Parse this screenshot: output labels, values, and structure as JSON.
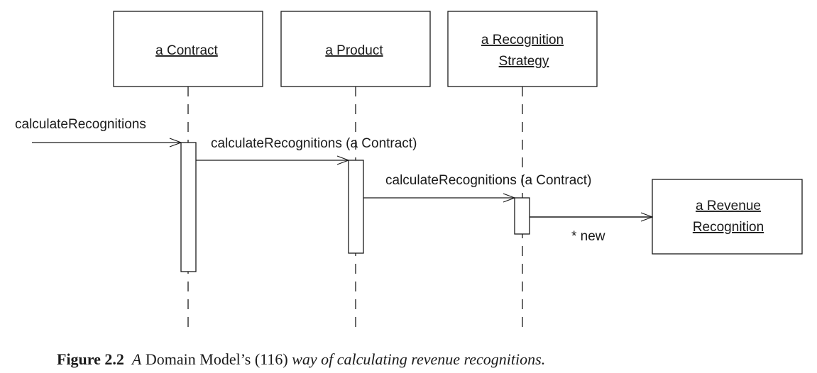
{
  "objects": {
    "contract": "a Contract",
    "product": "a Product",
    "strategy": [
      "a Recognition",
      "Strategy"
    ],
    "revenue": [
      "a Revenue",
      "Recognition"
    ]
  },
  "messages": {
    "incoming": "calculateRecognitions",
    "to_product": "calculateRecognitions (a Contract)",
    "to_strategy": "calculateRecognitions (a Contract)",
    "create_label": "* new"
  },
  "caption": {
    "figure_label": "Figure 2.2",
    "text_a": "A",
    "text_b": "Domain Model’s (116)",
    "text_c": "way of calculating revenue recognitions."
  }
}
